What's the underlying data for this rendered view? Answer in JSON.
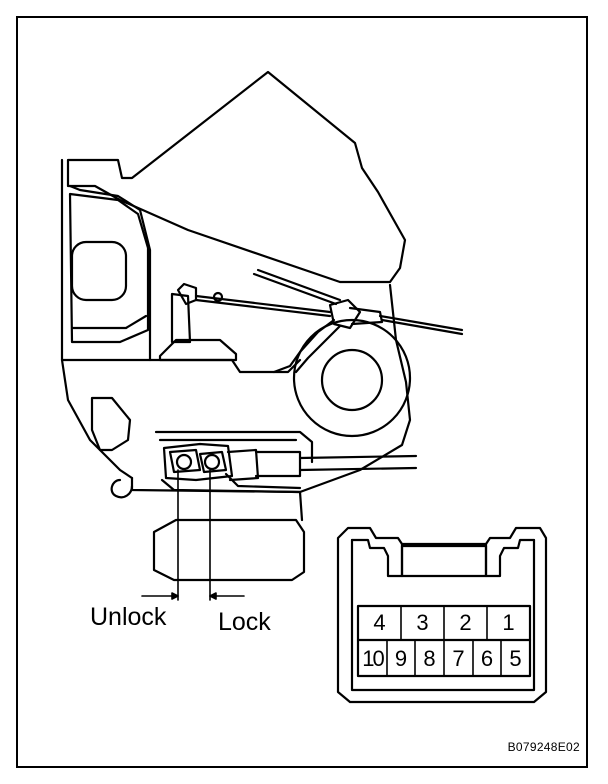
{
  "labels": {
    "unlock": "Unlock",
    "lock": "Lock",
    "figure_code": "B079248E02"
  },
  "connector": {
    "top_row": [
      "4",
      "3",
      "2",
      "1"
    ],
    "bottom_row": [
      "10",
      "9",
      "8",
      "7",
      "6",
      "5"
    ]
  },
  "colors": {
    "line": "#000000",
    "background": "#ffffff"
  }
}
